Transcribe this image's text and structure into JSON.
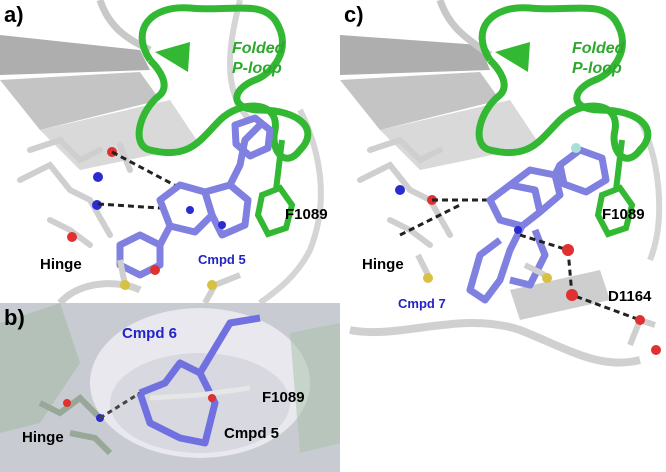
{
  "panels": {
    "a": {
      "label": "a)",
      "loop_title_line1": "Folded",
      "loop_title_line2": "P-loop",
      "residue": "F1089",
      "hinge": "Hinge",
      "compound": "Cmpd 5"
    },
    "b": {
      "label": "b)",
      "compound_top": "Cmpd 6",
      "residue": "F1089",
      "hinge": "Hinge",
      "compound_bottom": "Cmpd 5"
    },
    "c": {
      "label": "c)",
      "loop_title_line1": "Folded",
      "loop_title_line2": "P-loop",
      "residue": "F1089",
      "hinge": "Hinge",
      "compound": "Cmpd 7",
      "residue2": "D1164"
    }
  },
  "colors": {
    "ploop": "#33b833",
    "ligand": "#8080e0",
    "protein": "#c8c8c8",
    "oxygen": "#e03030",
    "nitrogen": "#2b2bd0",
    "sulfur": "#d8c040",
    "label_blue": "#2323c8",
    "label_green": "#2da82d"
  }
}
